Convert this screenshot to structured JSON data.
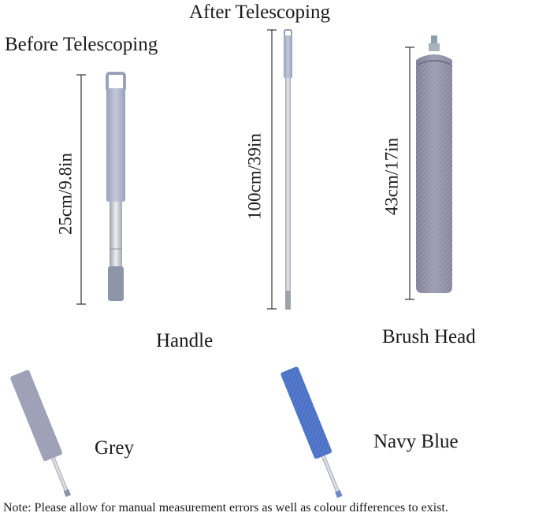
{
  "labels": {
    "after": "After Telescoping",
    "before": "Before Telescoping",
    "handle": "Handle",
    "brush_head": "Brush Head",
    "grey": "Grey",
    "navy": "Navy Blue"
  },
  "measurements": {
    "short_handle": "25cm/9.8in",
    "long_handle": "100cm/39in",
    "brush": "43cm/17in"
  },
  "note": "Note: Please allow for manual measurement errors as well as colour differences to exist.",
  "colors": {
    "grey_head": "#9d9fb6",
    "navy_head": "#4a72c9",
    "handle_grip": "#b0b6cd",
    "metal": "#c9ccd4"
  }
}
